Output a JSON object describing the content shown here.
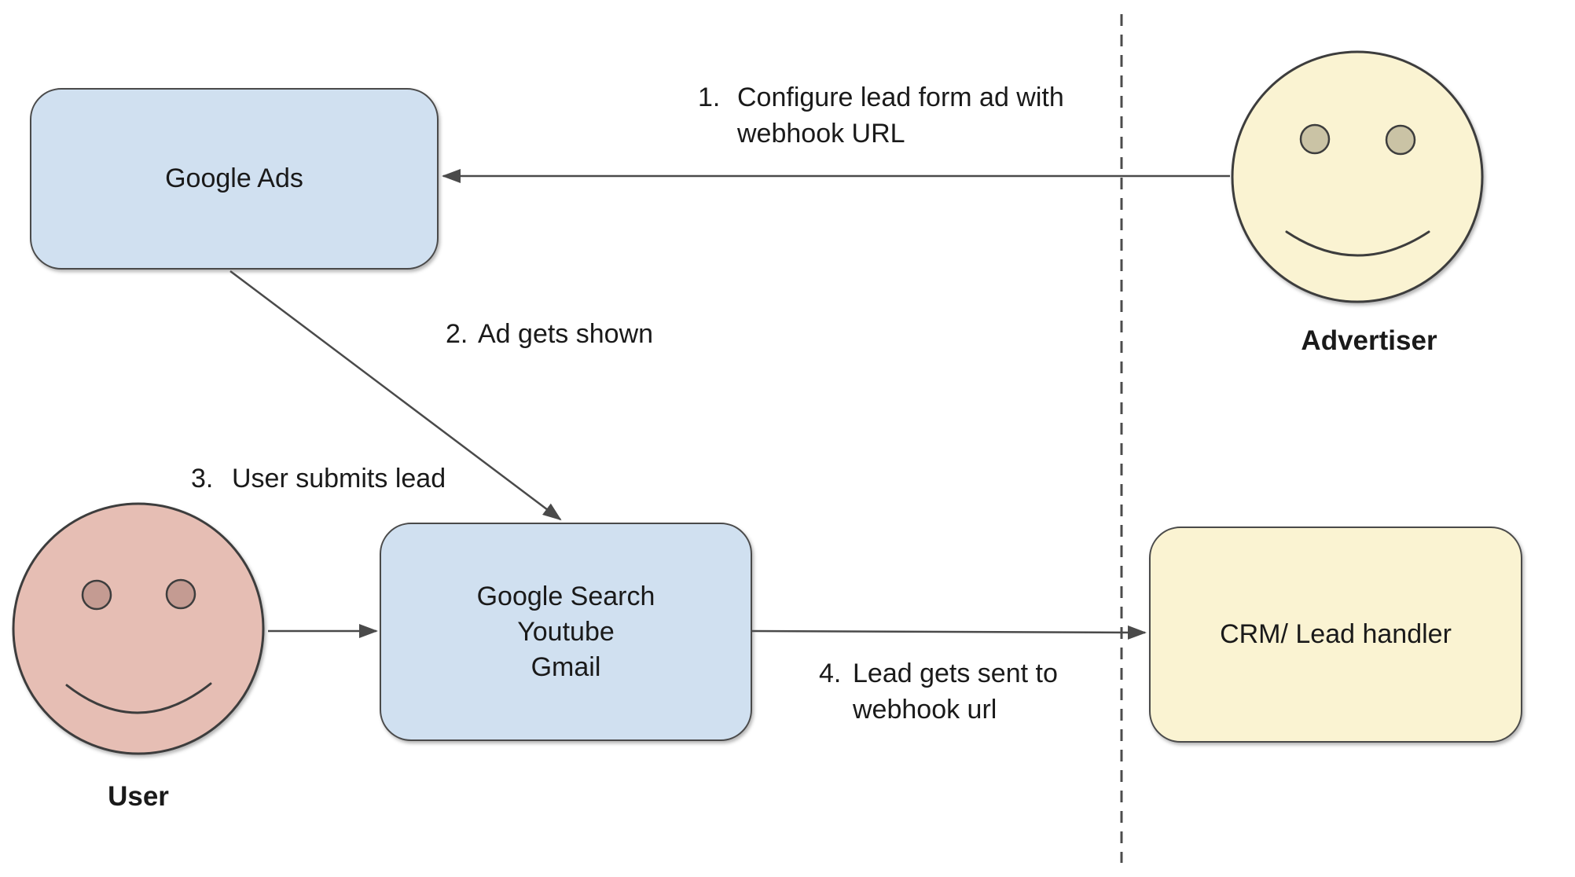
{
  "colors": {
    "background": "#ffffff",
    "node_blue_fill": "#d0e0f0",
    "node_yellow_fill": "#faf3d2",
    "user_face_fill": "#e6beb4",
    "user_eye_fill": "#c49b92",
    "advertiser_face_fill": "#faf3d2",
    "advertiser_eye_fill": "#cac3a5",
    "stroke": "#4a4a4a",
    "text": "#1a1a1a"
  },
  "nodes": {
    "google_ads": {
      "label": "Google Ads"
    },
    "google_surfaces": {
      "line1": "Google Search",
      "line2": "Youtube",
      "line3": "Gmail"
    },
    "crm": {
      "label": "CRM/ Lead handler"
    }
  },
  "actors": {
    "user": {
      "label": "User"
    },
    "advertiser": {
      "label": "Advertiser"
    }
  },
  "steps": {
    "step1": {
      "number": "1.",
      "line1": "Configure lead form ad with",
      "line2": "webhook URL"
    },
    "step2": {
      "number": "2.",
      "line1": "Ad gets shown"
    },
    "step3": {
      "number": "3.",
      "line1": "User submits lead"
    },
    "step4": {
      "number": "4.",
      "line1": "Lead gets sent to",
      "line2": "webhook url"
    }
  }
}
